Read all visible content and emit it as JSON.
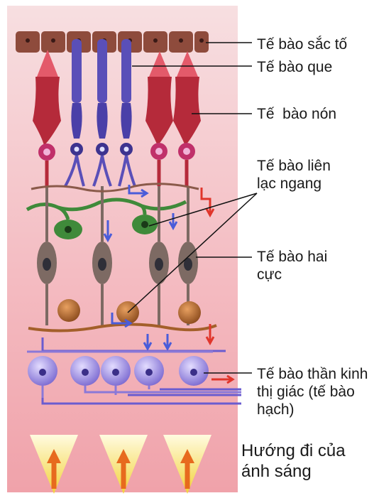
{
  "labels": {
    "pigment": "Tế bào sắc tố",
    "rod": "Tế bào que",
    "cone": "Tế  bào nón",
    "horizontal": "Tế bào liên lạc ngang",
    "bipolar": "Tế bào hai cực",
    "ganglion": "Tế bào thần kinh thị giác (tế bào hạch)",
    "light": "Hướng đi của ánh sáng"
  },
  "colors": {
    "rod": "#5a4fb8",
    "cone": "#b52a3a",
    "cone_tip": "#e35a6a",
    "pigment": "#8a4a3c",
    "horizontal": "#3f8a3a",
    "bipolar": "#7d6a63",
    "amacrine": "#a35f2a",
    "ganglion": "#8a78d8",
    "signal": "#4a5cd9",
    "signal_red": "#e0352b",
    "light_cone": "#f2e25a",
    "light_arrow": "#e76a1e"
  }
}
